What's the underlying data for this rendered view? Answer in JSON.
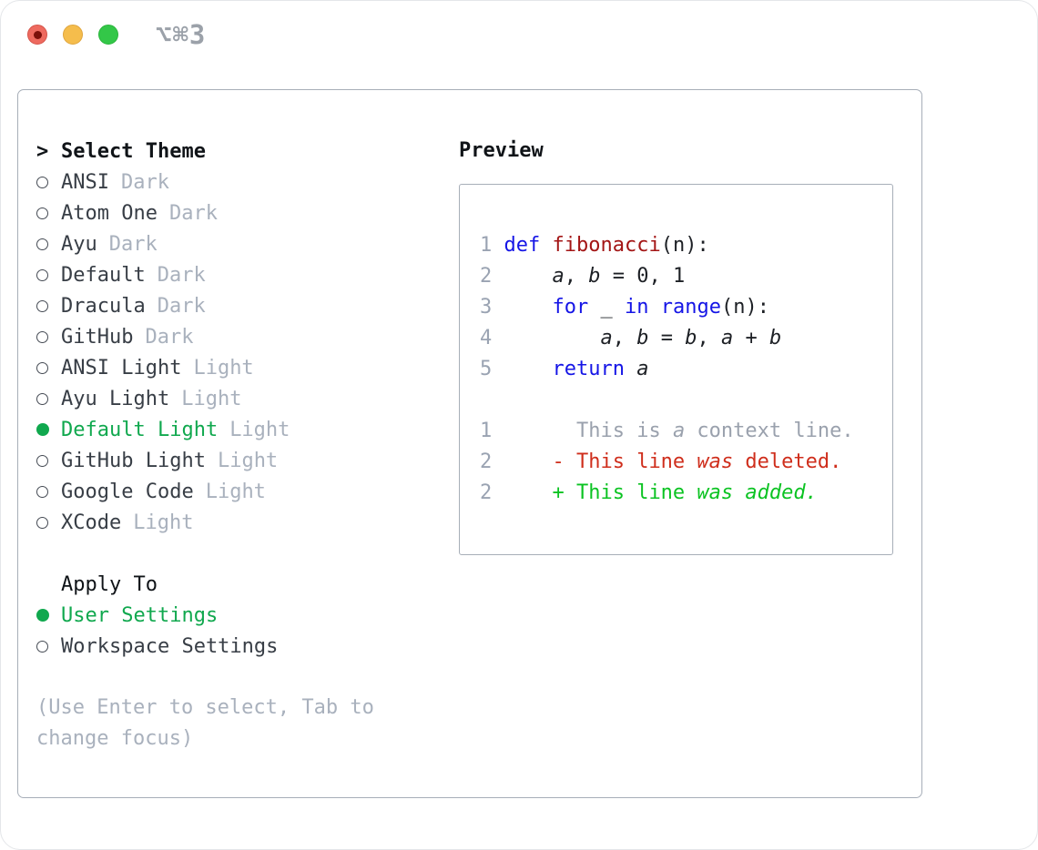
{
  "window": {
    "title": "⌥⌘3",
    "traffic_lights": [
      "close",
      "minimize",
      "zoom"
    ]
  },
  "theme_selector": {
    "cursor": ">",
    "title": "Select Theme",
    "items": [
      {
        "name": "ANSI",
        "tag": "Dark",
        "selected": false
      },
      {
        "name": "Atom One",
        "tag": "Dark",
        "selected": false
      },
      {
        "name": "Ayu",
        "tag": "Dark",
        "selected": false
      },
      {
        "name": "Default",
        "tag": "Dark",
        "selected": false
      },
      {
        "name": "Dracula",
        "tag": "Dark",
        "selected": false
      },
      {
        "name": "GitHub",
        "tag": "Dark",
        "selected": false
      },
      {
        "name": "ANSI Light",
        "tag": "Light",
        "selected": false
      },
      {
        "name": "Ayu Light",
        "tag": "Light",
        "selected": false
      },
      {
        "name": "Default Light",
        "tag": "Light",
        "selected": true
      },
      {
        "name": "GitHub Light",
        "tag": "Light",
        "selected": false
      },
      {
        "name": "Google Code",
        "tag": "Light",
        "selected": false
      },
      {
        "name": "XCode",
        "tag": "Light",
        "selected": false
      }
    ]
  },
  "apply_to": {
    "title": "Apply To",
    "options": [
      {
        "label": "User Settings",
        "selected": true
      },
      {
        "label": "Workspace Settings",
        "selected": false
      }
    ]
  },
  "hint": {
    "line1": "(Use Enter to select, Tab to",
    "line2": "change focus)"
  },
  "preview": {
    "title": "Preview",
    "lines": [
      {
        "num": "1",
        "segs": [
          [
            "def ",
            "kw"
          ],
          [
            "fibonacci",
            "fn"
          ],
          [
            "(n):",
            "pl"
          ]
        ]
      },
      {
        "num": "2",
        "segs": [
          [
            "    ",
            "pl"
          ],
          [
            "a",
            "va"
          ],
          [
            ", ",
            "pl"
          ],
          [
            "b",
            "va"
          ],
          [
            " = 0, 1",
            "pl"
          ]
        ]
      },
      {
        "num": "3",
        "segs": [
          [
            "    ",
            "pl"
          ],
          [
            "for",
            "kw"
          ],
          [
            " _ ",
            "pl"
          ],
          [
            "in",
            "kw"
          ],
          [
            " ",
            "pl"
          ],
          [
            "range",
            "kw"
          ],
          [
            "(n):",
            "pl"
          ]
        ]
      },
      {
        "num": "4",
        "segs": [
          [
            "        ",
            "pl"
          ],
          [
            "a",
            "va"
          ],
          [
            ", ",
            "pl"
          ],
          [
            "b",
            "va"
          ],
          [
            " = ",
            "pl"
          ],
          [
            "b",
            "va"
          ],
          [
            ", ",
            "pl"
          ],
          [
            "a",
            "va"
          ],
          [
            " + ",
            "pl"
          ],
          [
            "b",
            "va"
          ]
        ]
      },
      {
        "num": "5",
        "segs": [
          [
            "    ",
            "pl"
          ],
          [
            "return",
            "kw"
          ],
          [
            " ",
            "pl"
          ],
          [
            "a",
            "va"
          ]
        ]
      },
      {
        "num": "",
        "segs": []
      },
      {
        "num": "1",
        "segs": [
          [
            "      This is ",
            "ctx"
          ],
          [
            "a",
            "ctxi"
          ],
          [
            " context line.",
            "ctx"
          ]
        ]
      },
      {
        "num": "2",
        "segs": [
          [
            "    - This line ",
            "del"
          ],
          [
            "was",
            "deli"
          ],
          [
            " deleted.",
            "del"
          ]
        ]
      },
      {
        "num": "2",
        "segs": [
          [
            "    + This line ",
            "add"
          ],
          [
            "was added.",
            "addi"
          ]
        ]
      }
    ]
  },
  "colors": {
    "accent_green": "#10a84e",
    "keyword_blue": "#1515e6",
    "function_red": "#a31515",
    "deleted_red": "#cf2e1c",
    "added_green": "#0bc322",
    "muted_gray": "#a9b1bd",
    "text_dark": "#383e46",
    "border_gray": "#a7aeb8"
  }
}
